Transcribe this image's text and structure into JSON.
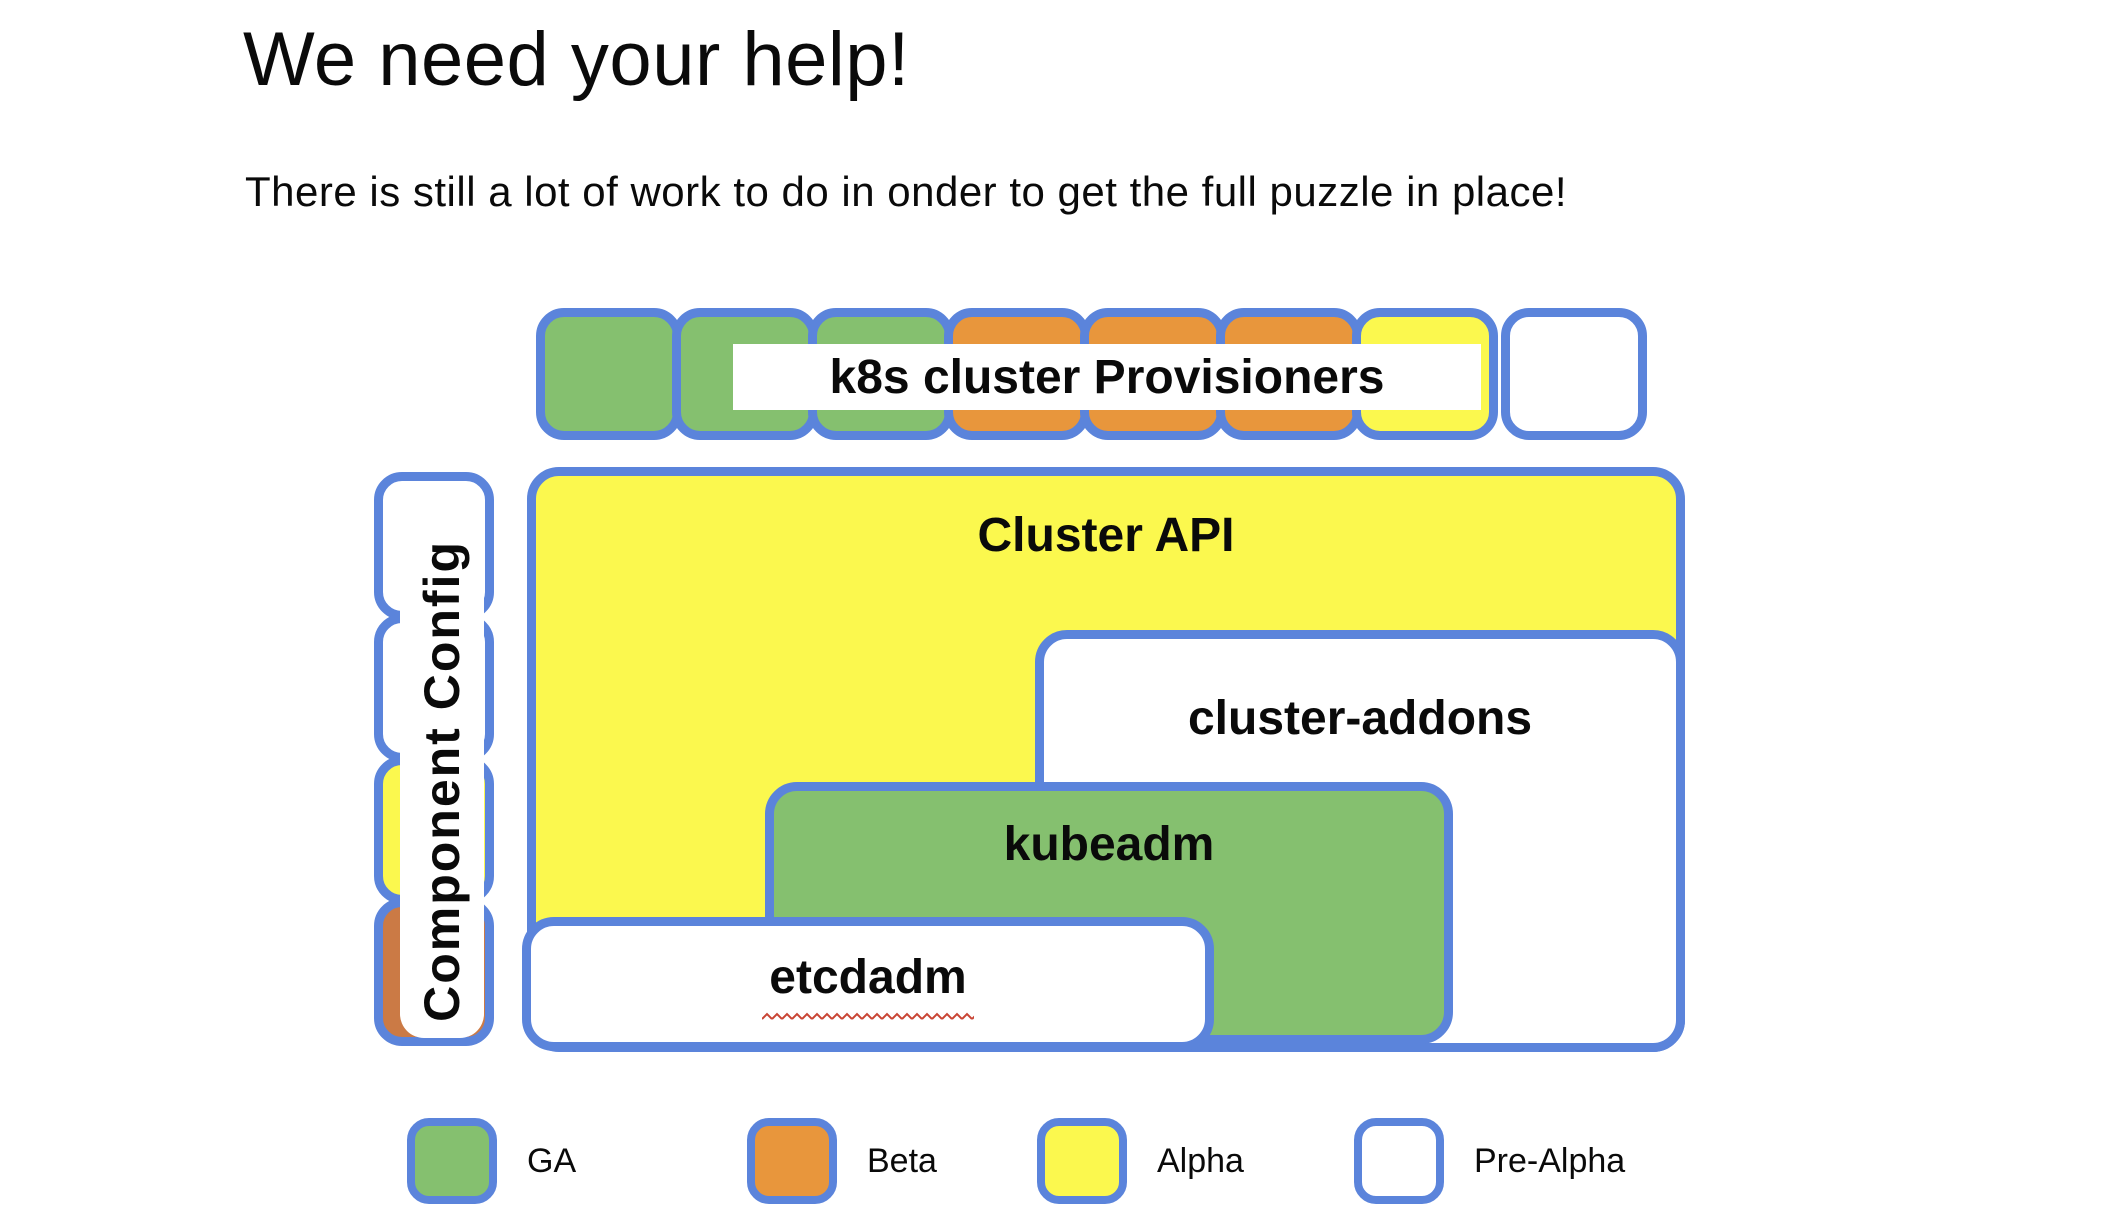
{
  "title": "We need your help!",
  "subtitle": "There is still a lot of work to do in onder to get the full puzzle in place!",
  "colors": {
    "ga": "#85c06f",
    "beta": "#e8963c",
    "alpha": "#fbf84e",
    "pre_alpha": "#ffffff",
    "beta_dark": "#cb7a45",
    "border_blue": "#5b84db",
    "squiggle_red": "#c94535"
  },
  "diagram": {
    "provisioners_label": "k8s cluster Provisioners",
    "top_row_pieces": [
      {
        "status": "ga"
      },
      {
        "status": "ga"
      },
      {
        "status": "ga"
      },
      {
        "status": "beta"
      },
      {
        "status": "beta"
      },
      {
        "status": "beta"
      },
      {
        "status": "alpha"
      },
      {
        "status": "pre_alpha",
        "detached": true
      }
    ],
    "component_config_label": "Component Config",
    "left_column_pieces": [
      {
        "status": "pre_alpha"
      },
      {
        "status": "pre_alpha"
      },
      {
        "status": "alpha"
      },
      {
        "status": "beta_dark"
      }
    ],
    "boxes": {
      "cluster_api": {
        "label": "Cluster API",
        "status": "alpha"
      },
      "cluster_addons": {
        "label": "cluster-addons",
        "status": "pre_alpha"
      },
      "kubeadm": {
        "label": "kubeadm",
        "status": "ga"
      },
      "etcdadm": {
        "label": "etcdadm",
        "status": "pre_alpha",
        "spellcheck_underline": true
      }
    }
  },
  "legend": [
    {
      "label": "GA",
      "status": "ga",
      "color": "#85c06f"
    },
    {
      "label": "Beta",
      "status": "beta",
      "color": "#e8963c"
    },
    {
      "label": "Alpha",
      "status": "alpha",
      "color": "#fbf84e"
    },
    {
      "label": "Pre-Alpha",
      "status": "pre_alpha",
      "color": "#ffffff"
    }
  ]
}
